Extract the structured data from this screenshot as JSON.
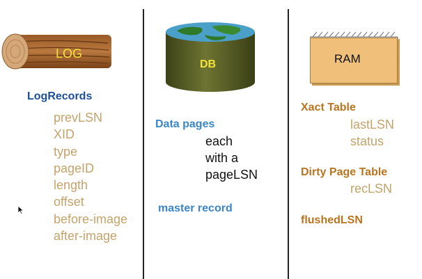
{
  "log": {
    "label": "LOG"
  },
  "db": {
    "label": "DB"
  },
  "ram": {
    "label": "RAM"
  },
  "log_records": {
    "heading": "LogRecords",
    "fields": [
      "prevLSN",
      "XID",
      "type",
      "pageID",
      "length",
      "offset",
      "before-image",
      "after-image"
    ]
  },
  "data_pages": {
    "heading": "Data pages",
    "lines": [
      "each",
      "with a",
      "pageLSN"
    ]
  },
  "master_record": {
    "label": "master record"
  },
  "xact_table": {
    "heading": "Xact Table",
    "fields": [
      "lastLSN",
      "status"
    ]
  },
  "dirty_page_table": {
    "heading": "Dirty Page Table",
    "fields": [
      "recLSN"
    ]
  },
  "flushed_lsn": {
    "label": "flushedLSN"
  },
  "colors": {
    "log_records_heading": "#1d4e9a",
    "data_pages_heading": "#3a86c8",
    "ram_headings": "#b8741e",
    "field_text": "#c4a36a",
    "ram_fill": "#f0c07a"
  }
}
